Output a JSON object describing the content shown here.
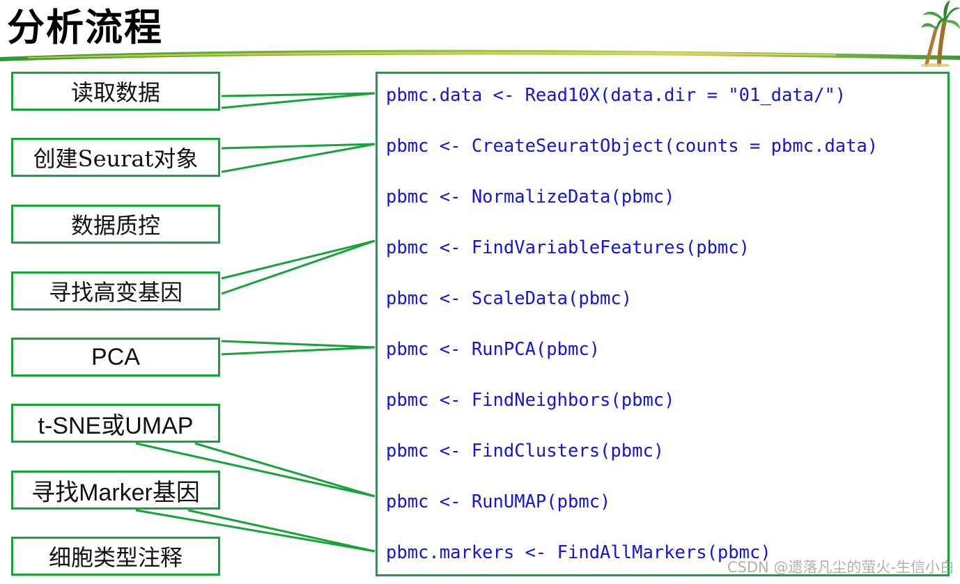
{
  "title": "分析流程",
  "steps": [
    {
      "label": "读取数据"
    },
    {
      "label": "创建Seurat对象"
    },
    {
      "label": "数据质控"
    },
    {
      "label": "寻找高变基因"
    },
    {
      "label": "PCA"
    },
    {
      "label": "t-SNE或UMAP"
    },
    {
      "label": "寻找Marker基因"
    },
    {
      "label": "细胞类型注释"
    }
  ],
  "code_lines": [
    {
      "text": "pbmc.data <- Read10X(data.dir = \"01_data/\")"
    },
    {
      "text": "pbmc <- CreateSeuratObject(counts = pbmc.data)"
    },
    {
      "text": "pbmc <- NormalizeData(pbmc)"
    },
    {
      "text": "pbmc <- FindVariableFeatures(pbmc)"
    },
    {
      "text": "pbmc <- ScaleData(pbmc)"
    },
    {
      "text": "pbmc <- RunPCA(pbmc)"
    },
    {
      "text": "pbmc <- FindNeighbors(pbmc)"
    },
    {
      "text": "pbmc <- FindClusters(pbmc)"
    },
    {
      "text": "pbmc <- RunUMAP(pbmc)"
    },
    {
      "text": "pbmc.markers <- FindAllMarkers(pbmc)"
    }
  ],
  "colors": {
    "border": "#16a33a",
    "code_text": "#1515d6",
    "label_text": "#111111"
  },
  "watermark": "CSDN @遗落凡尘的萤火-生信小白"
}
